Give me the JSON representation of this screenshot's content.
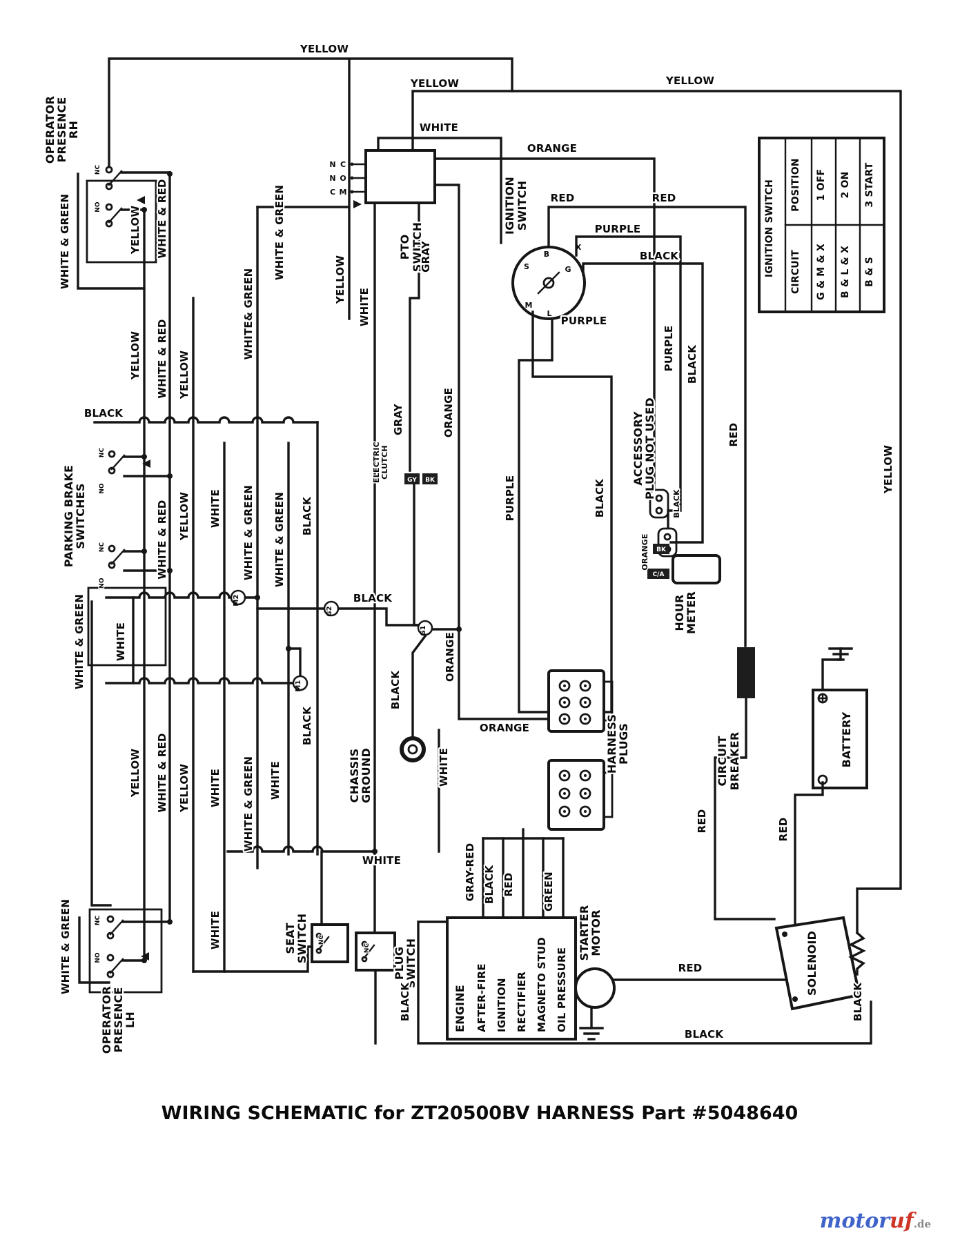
{
  "title": "WIRING SCHEMATIC for ZT20500BV HARNESS Part #5048640",
  "watermark": {
    "motor": "motor",
    "uf": "uf",
    "tld": ".de"
  },
  "ignition_table": {
    "title": "IGNITION SWITCH",
    "position_header": "POSITION",
    "circuit_header": "CIRCUIT",
    "rows": [
      {
        "position": "1 OFF",
        "circuit": "G & M & X"
      },
      {
        "position": "2 ON",
        "circuit": "B & L & X"
      },
      {
        "position": "3 START",
        "circuit": "B & S"
      }
    ]
  },
  "components": {
    "operator_presence_rh": [
      "OPERATOR",
      "PRESENCE",
      "RH"
    ],
    "operator_presence_lh": [
      "OPERATOR",
      "PRESENCE",
      "LH"
    ],
    "parking_brake_switches": [
      "PARKING BRAKE",
      "SWITCHES"
    ],
    "pto_switch": [
      "PTO",
      "SWITCH"
    ],
    "ignition_switch": [
      "IGNITION",
      "SWITCH"
    ],
    "electric_clutch": [
      "ELECTRIC",
      "CLUTCH"
    ],
    "accessory_plug": [
      "ACCESSORY",
      "PLUG NOT USED"
    ],
    "hour_meter": [
      "HOUR",
      "METER"
    ],
    "chassis_ground": [
      "CHASSIS",
      "GROUND"
    ],
    "harness_plugs": [
      "HARNESS",
      "PLUGS"
    ],
    "circuit_breaker": [
      "CIRCUIT",
      "BREAKER"
    ],
    "battery": "BATTERY",
    "seat_switch": [
      "SEAT",
      "SWITCH"
    ],
    "plug_switch": [
      "PLUG",
      "SWITCH"
    ],
    "engine": "ENGINE",
    "starter_motor": [
      "STARTER",
      "MOTOR"
    ],
    "solenoid": "SOLENOID"
  },
  "engine_terminals": [
    "AFTER-FIRE",
    "IGNITION",
    "RECTIFIER",
    "MAGNETO STUD",
    "OIL PRESSURE"
  ],
  "ignition_terminals": {
    "b": "B",
    "s": "S",
    "g": "G",
    "m": "M",
    "l": "L",
    "x": "X"
  },
  "pto_pins": {
    "col1": [
      "N",
      "N",
      "C"
    ],
    "col2": [
      "C",
      "O",
      "M"
    ]
  },
  "junction_nodes": {
    "m1": "M1",
    "m2": "M2",
    "g1": "G1",
    "g2": "G2"
  },
  "switch_pins": {
    "no": "NO",
    "nc": "NC"
  },
  "connector_pins": {
    "gy": "GY",
    "bk": "BK",
    "ca": "C/A"
  },
  "wire_colors": {
    "yellow": "YELLOW",
    "white": "WHITE",
    "orange": "ORANGE",
    "red": "RED",
    "purple": "PURPLE",
    "black": "BLACK",
    "gray": "GRAY",
    "green": "GREEN",
    "gray_red": "GRAY-RED",
    "white_green": "WHITE & GREEN",
    "white_green_tight": "WHITE& GREEN",
    "white_red": "WHITE & RED"
  }
}
